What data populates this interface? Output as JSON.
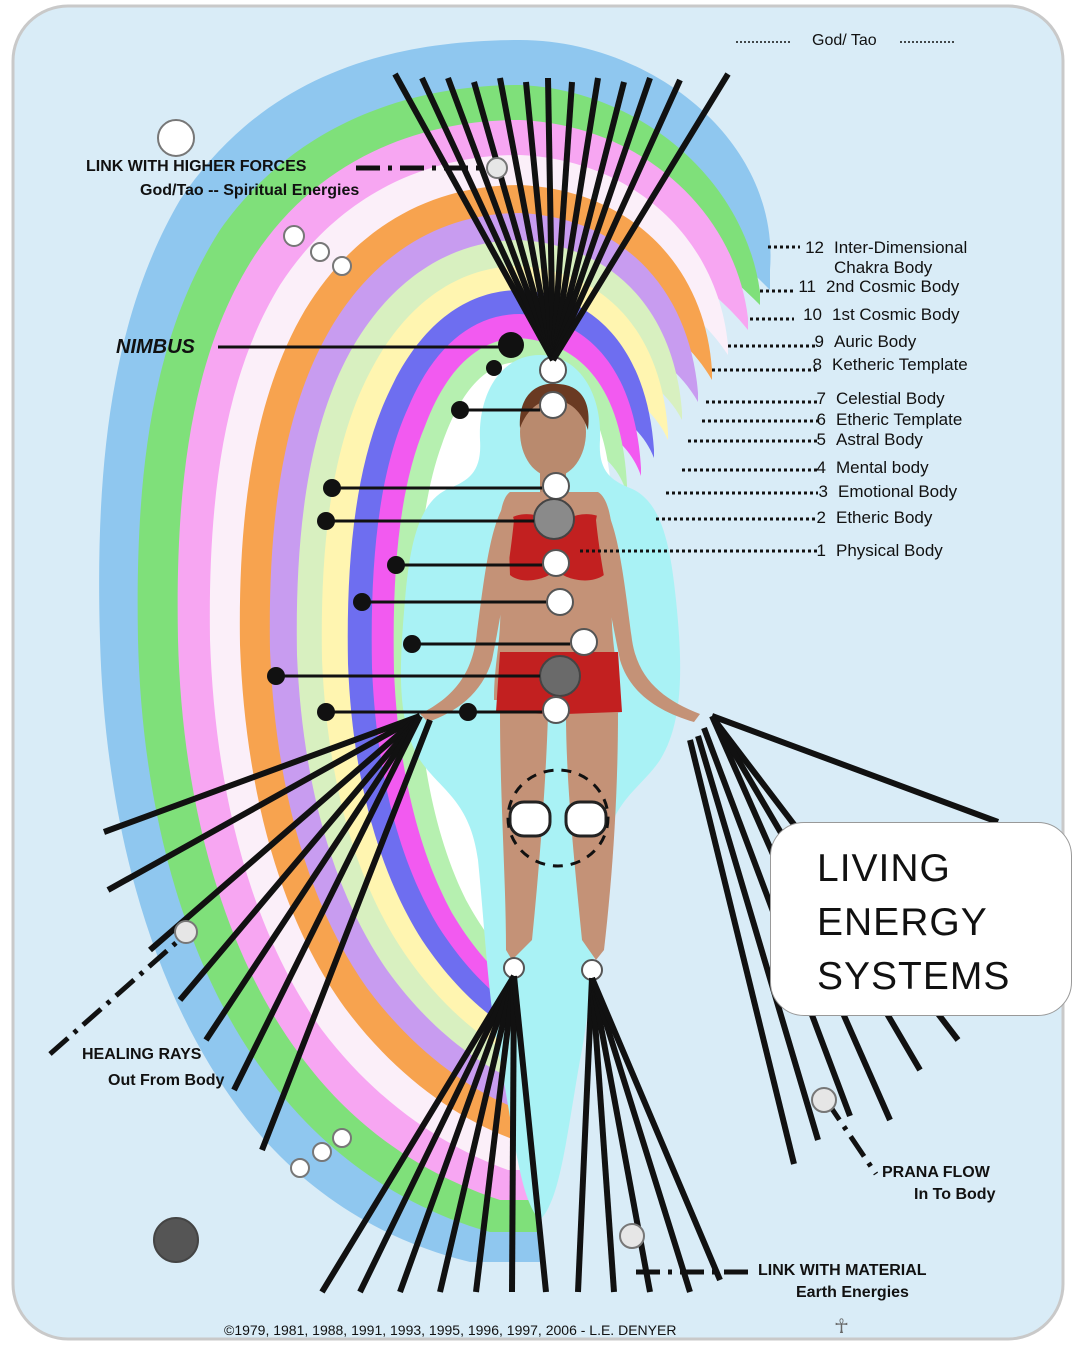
{
  "top_label": "God/ Tao",
  "higher_forces": {
    "title": "LINK WITH HIGHER FORCES",
    "subtitle": "God/Tao -- Spiritual Energies"
  },
  "nimbus": "NIMBUS",
  "layers": [
    {
      "num": "12",
      "name": "Inter-Dimensional",
      "name2": "Chakra Body"
    },
    {
      "num": "11",
      "name": "2nd Cosmic Body"
    },
    {
      "num": "10",
      "name": "1st Cosmic Body"
    },
    {
      "num": "9",
      "name": "Auric Body"
    },
    {
      "num": "8",
      "name": "Ketheric Template"
    },
    {
      "num": "7",
      "name": "Celestial Body"
    },
    {
      "num": "6",
      "name": "Etheric Template"
    },
    {
      "num": "5",
      "name": "Astral Body"
    },
    {
      "num": "4",
      "name": "Mental body"
    },
    {
      "num": "3",
      "name": "Emotional Body"
    },
    {
      "num": "2",
      "name": "Etheric Body"
    },
    {
      "num": "1",
      "name": "Physical Body"
    }
  ],
  "title_box": {
    "line1": "LIVING",
    "line2": "ENERGY",
    "line3": "SYSTEMS"
  },
  "healing": {
    "title": "HEALING RAYS",
    "subtitle": "Out From Body"
  },
  "prana": {
    "title": "PRANA FLOW",
    "subtitle": "In To Body"
  },
  "material": {
    "title": "LINK WITH MATERIAL",
    "subtitle": "Earth Energies"
  },
  "copyright": "©1979, 1981, 1988, 1991, 1993, 1995, 1996, 1997, 2006 - L.E. DENYER",
  "colors": {
    "background": "#d9ecf7",
    "aura_bands": [
      "#8fc7ef",
      "#7fe07a",
      "#f7a6f2",
      "#ffffff",
      "#f7a34f",
      "#c89cf0",
      "#fff5b0",
      "#6e6ef0",
      "#f25af0",
      "#b6f0b0",
      "#ffffff",
      "#a9f2f5"
    ],
    "body_field": "#a9f2f5"
  }
}
